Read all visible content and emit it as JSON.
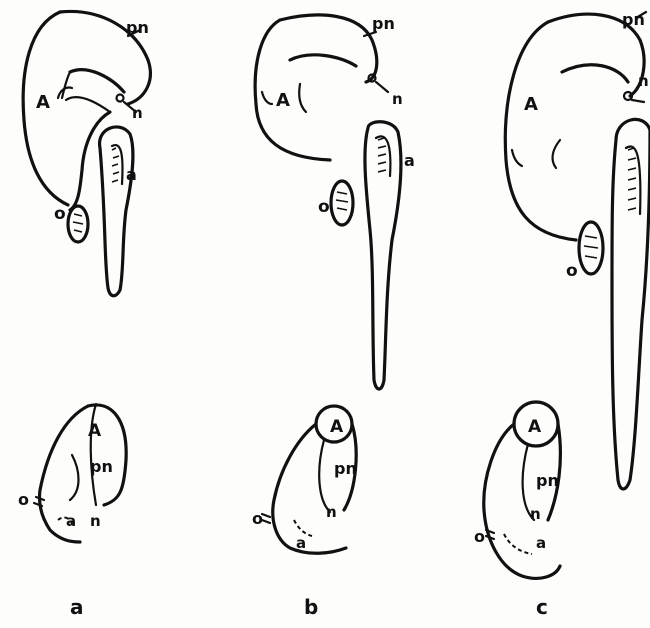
{
  "figure": {
    "panels": [
      {
        "panel_label": "a",
        "upper": {
          "A": "A",
          "pn": "pn",
          "n": "n",
          "a": "a",
          "o": "o"
        },
        "lower": {
          "A": "A",
          "pn": "pn",
          "n": "n",
          "a": "a",
          "o": "o"
        }
      },
      {
        "panel_label": "b",
        "upper": {
          "A": "A",
          "pn": "pn",
          "n": "n",
          "a": "a",
          "o": "o"
        },
        "lower": {
          "A": "A",
          "pn": "pn",
          "n": "n",
          "a": "a",
          "o": "o"
        }
      },
      {
        "panel_label": "c",
        "upper": {
          "A": "A",
          "pn": "pn",
          "n": "n",
          "o": "o"
        },
        "lower": {
          "A": "A",
          "pn": "pn",
          "n": "n",
          "a": "a",
          "o": "o"
        }
      }
    ]
  }
}
